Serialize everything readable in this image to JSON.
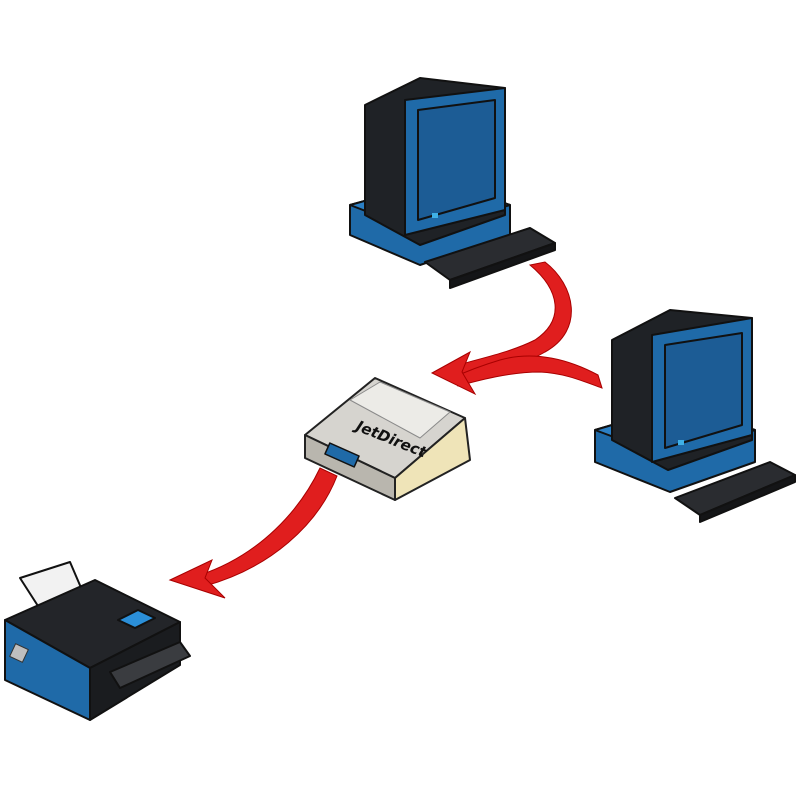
{
  "diagram": {
    "colors": {
      "device_blue": "#1f6aa8",
      "device_dark": "#1d1f22",
      "arrow_red": "#e01e1e",
      "hub_beige": "#efe4b8",
      "hub_grey": "#d6d4cf"
    },
    "hub": {
      "brand": "JetDirect"
    },
    "nodes": [
      "computer-top",
      "computer-right",
      "print-server-hub",
      "printer"
    ],
    "connections": [
      {
        "from": "computer-top",
        "to": "print-server-hub"
      },
      {
        "from": "computer-right",
        "to": "print-server-hub"
      },
      {
        "from": "print-server-hub",
        "to": "printer"
      }
    ]
  }
}
